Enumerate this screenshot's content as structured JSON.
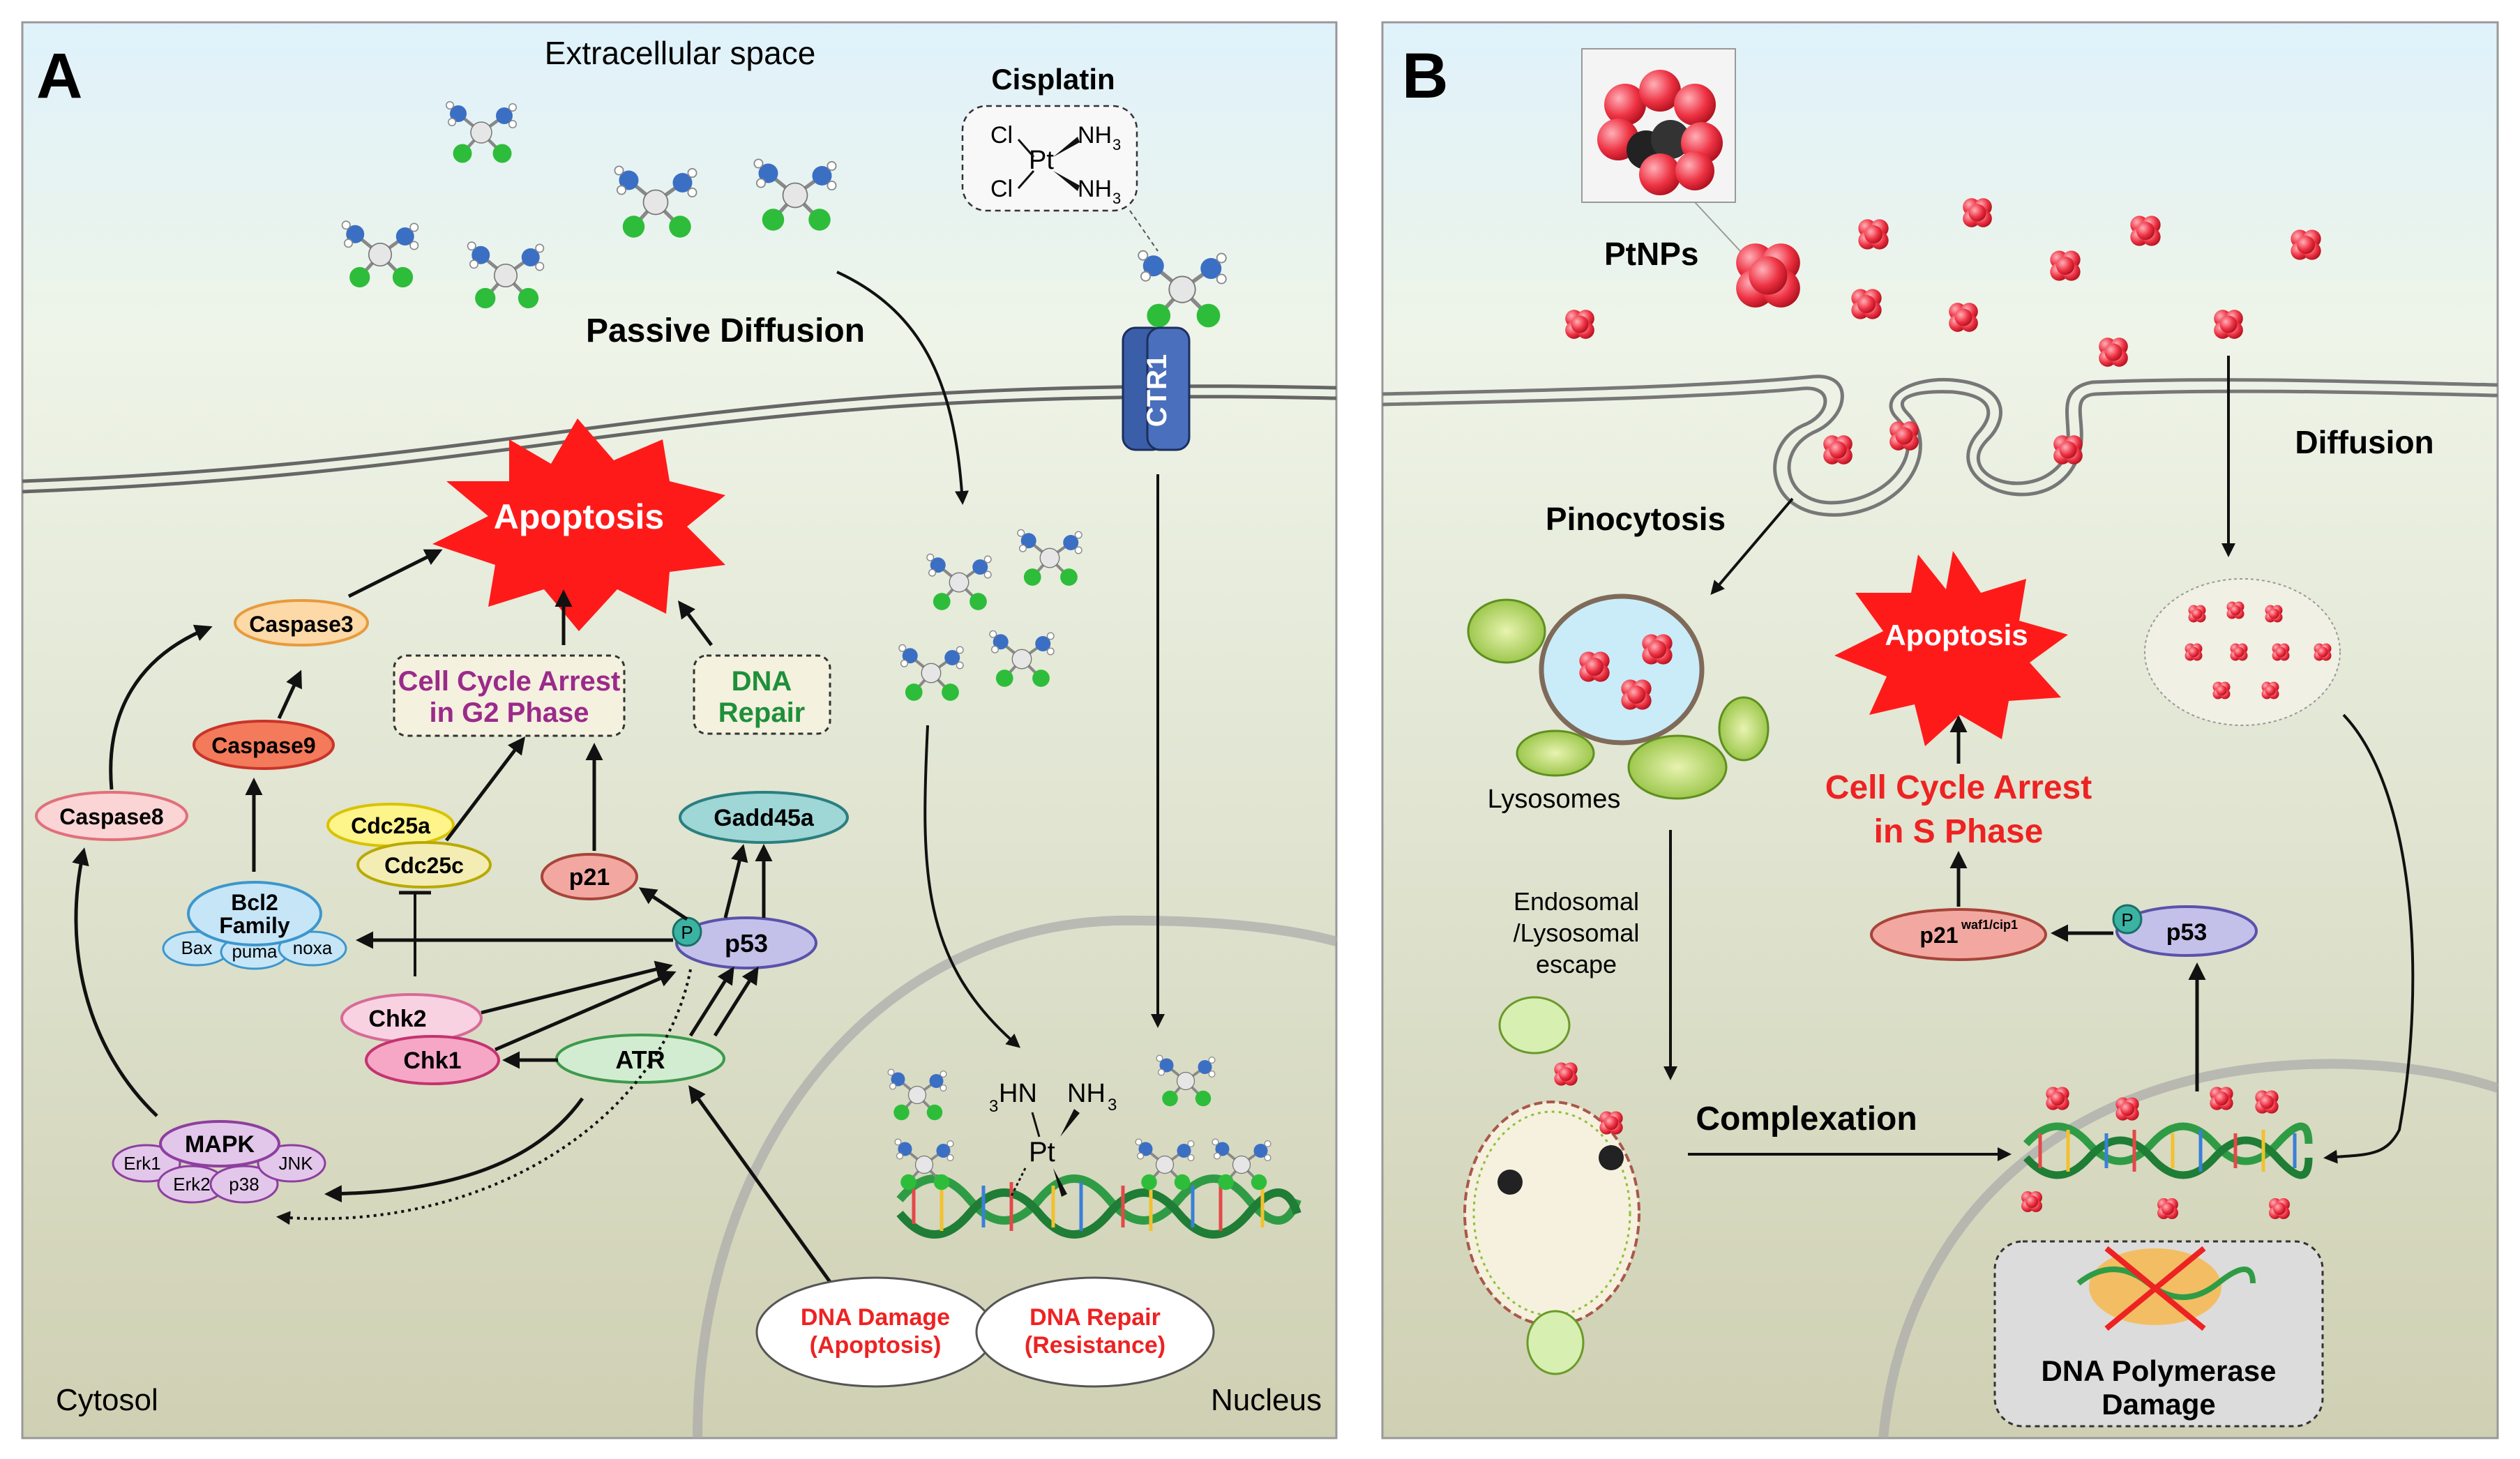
{
  "panelA": {
    "letter": "A",
    "extracellular": "Extracellular space",
    "cisplatin": "Cisplatin",
    "formula": {
      "cl1": "Cl",
      "cl2": "Cl",
      "pt": "Pt",
      "nh3a": "NH",
      "nh3b": "NH",
      "sub": "3"
    },
    "passive_diffusion": "Passive Diffusion",
    "ctr1": "CTR1",
    "apoptosis": "Apoptosis",
    "caspase3": "Caspase3",
    "caspase9": "Caspase9",
    "caspase8": "Caspase8",
    "cell_cycle_arrest_line1": "Cell Cycle Arrest",
    "cell_cycle_arrest_line2": "in G2 Phase",
    "dna_repair_line1": "DNA",
    "dna_repair_line2": "Repair",
    "cdc25a": "Cdc25a",
    "cdc25c": "Cdc25c",
    "p21": "p21",
    "gadd45a": "Gadd45a",
    "bcl2_line1": "Bcl2",
    "bcl2_line2": "Family",
    "bax": "Bax",
    "puma": "puma",
    "noxa": "noxa",
    "p_label": "P",
    "p53": "p53",
    "chk2": "Chk2",
    "chk1": "Chk1",
    "atr": "ATR",
    "mapk": "MAPK",
    "erk1": "Erk1",
    "erk2": "Erk2",
    "p38": "p38",
    "jnk": "JNK",
    "dna_adduct": {
      "hn": "HN",
      "hn_sub": "3",
      "nh3": "NH",
      "nh3_sub": "3",
      "pt": "Pt"
    },
    "dna_damage_line1": "DNA Damage",
    "dna_damage_line2": "(Apoptosis)",
    "dna_resist_line1": "DNA Repair",
    "dna_resist_line2": "(Resistance)",
    "cytosol": "Cytosol",
    "nucleus": "Nucleus"
  },
  "panelB": {
    "letter": "B",
    "ptnps": "PtNPs",
    "diffusion": "Diffusion",
    "pinocytosis": "Pinocytosis",
    "lysosomes": "Lysosomes",
    "apoptosis": "Apoptosis",
    "arrest_line1": "Cell Cycle Arrest",
    "arrest_line2": "in S Phase",
    "escape_line1": "Endosomal",
    "escape_line2": "/Lysosomal",
    "escape_line3": "escape",
    "p21": "p21",
    "p21_sup": "waf1/cip1",
    "p_label": "P",
    "p53": "p53",
    "complexation": "Complexation",
    "polymerase_line1": "DNA Polymerase",
    "polymerase_line2": "Damage"
  },
  "colors": {
    "apoptosis_star": "#ff1a1a",
    "arrest_purple": "#9b2a8a",
    "repair_green": "#1f8f3a",
    "arrest_red": "#ee2222",
    "nanoparticle": "#ee3344"
  }
}
